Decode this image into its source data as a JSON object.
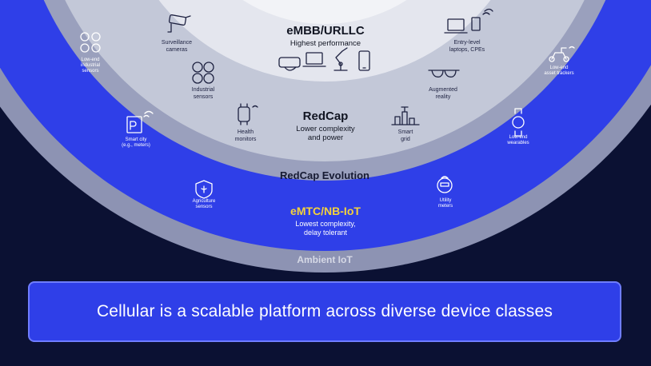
{
  "tiers": {
    "embb": {
      "title": "eMBB/URLLC",
      "subtitle": "Highest performance"
    },
    "redcap": {
      "title": "RedCap",
      "subtitle_line1": "Lower complexity",
      "subtitle_line2": "and power"
    },
    "redcap_evolution": {
      "title": "RedCap Evolution"
    },
    "emtc": {
      "title": "eMTC/NB-IoT",
      "subtitle_line1": "Lowest complexity,",
      "subtitle_line2": "delay tolerant"
    },
    "ambient": {
      "title": "Ambient IoT"
    }
  },
  "devices": {
    "surveillance": [
      "Surveillance",
      "cameras"
    ],
    "entry_laptops": [
      "Entry-level",
      "laptops, CPEs"
    ],
    "industrial_sensors": [
      "Industrial",
      "sensors"
    ],
    "augmented_reality": [
      "Augmented",
      "reality"
    ],
    "health_monitors": [
      "Health",
      "monitors"
    ],
    "smart_grid": [
      "Smart",
      "grid"
    ],
    "lowend_industrial": [
      "Low-end",
      "industrial",
      "sensors"
    ],
    "asset_trackers": [
      "Low-end",
      "asset trackers"
    ],
    "smart_city": [
      "Smart city",
      "(e.g., meters)"
    ],
    "lowend_wearables": [
      "Low-end",
      "wearables"
    ],
    "agriculture": [
      "Agriculture",
      "sensors"
    ],
    "utility_meters": [
      "Utility",
      "meters"
    ]
  },
  "banner": {
    "text": "Cellular is a scalable platform across diverse device classes"
  },
  "colors": {
    "background": "#0b1133",
    "ambient_ring": "#8d93b3",
    "emtc_ring": "#2f3fe8",
    "redcap_evo_ring": "#9aa0bd",
    "redcap_ring": "#c3c8d8",
    "embb_core": "#e4e6ee",
    "accent_yellow": "#f5d33a",
    "banner_fill": "#2f3fe8"
  }
}
